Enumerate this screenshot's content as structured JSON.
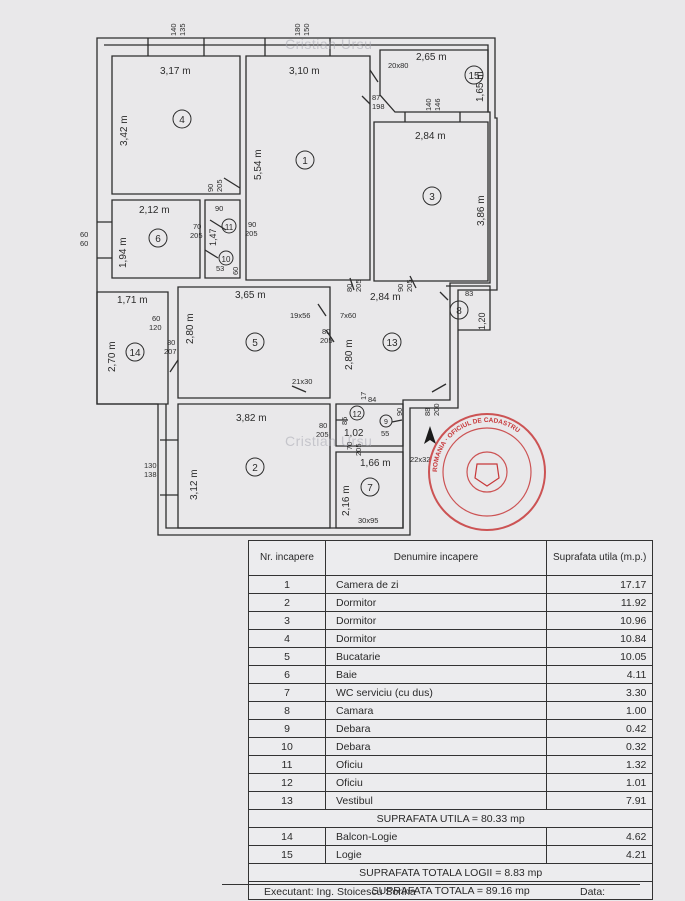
{
  "watermark": "Cristian Ursu",
  "rooms": [
    {
      "num": "1",
      "name": "Camera de zi",
      "area": "17.17"
    },
    {
      "num": "2",
      "name": "Dormitor",
      "area": "11.92"
    },
    {
      "num": "3",
      "name": "Dormitor",
      "area": "10.96"
    },
    {
      "num": "4",
      "name": "Dormitor",
      "area": "10.84"
    },
    {
      "num": "5",
      "name": "Bucatarie",
      "area": "10.05"
    },
    {
      "num": "6",
      "name": "Baie",
      "area": "4.11"
    },
    {
      "num": "7",
      "name": "WC serviciu (cu dus)",
      "area": "3.30"
    },
    {
      "num": "8",
      "name": "Camara",
      "area": "1.00"
    },
    {
      "num": "9",
      "name": "Debara",
      "area": "0.42"
    },
    {
      "num": "10",
      "name": "Debara",
      "area": "0.32"
    },
    {
      "num": "11",
      "name": "Oficiu",
      "area": "1.32"
    },
    {
      "num": "12",
      "name": "Oficiu",
      "area": "1.01"
    },
    {
      "num": "13",
      "name": "Vestibul",
      "area": "7.91"
    }
  ],
  "balconies": [
    {
      "num": "14",
      "name": "Balcon-Logie",
      "area": "4.62"
    },
    {
      "num": "15",
      "name": "Logie",
      "area": "4.21"
    }
  ],
  "table": {
    "head_num": "Nr. incapere",
    "head_name": "Denumire incapere",
    "head_area": "Suprafata utila (m.p.)",
    "sum_util": "SUPRAFATA UTILA = 80.33 mp",
    "sum_logii": "SUPRAFATA TOTALA LOGII = 8.83 mp",
    "sum_total": "SUPRAFATA TOTALA = 89.16 mp",
    "executant": "Executant: Ing. Stoicescu Sorina",
    "data_label": "Data:"
  },
  "plan": {
    "dims": {
      "d4w": "3,17 m",
      "d4h": "3,42 m",
      "d1w": "3,10 m",
      "d1h": "5,54 m",
      "d15w": "2,65 m",
      "d15h": "1,65 m",
      "d3w": "2,84 m",
      "d3h": "3,86 m",
      "d6w": "2,12 m",
      "d6h": "1,94 m",
      "d11h": "1,47",
      "d14w": "1,71 m",
      "d14h": "2,70 m",
      "d5w": "3,65 m",
      "d5h": "2,80 m",
      "d13w": "2,84 m",
      "d13h": "2,80 m",
      "d8h": "1,20",
      "d2w": "3,82 m",
      "d2h": "3,12 m",
      "d12w": "1,02",
      "d7w": "1,66 m",
      "d7h": "2,16 m"
    },
    "openings": {
      "w4a": "140",
      "w4b": "135",
      "w1a": "180",
      "w1b": "150",
      "o2080": "20x80",
      "o87a": "87",
      "o87b": "198",
      "w15a": "140",
      "w15b": "146",
      "o90a": "90",
      "o90b": "205",
      "o90c": "90",
      "o70a": "70",
      "o70b": "205",
      "o90d": "90",
      "o90e": "205",
      "w6a": "60",
      "w6b": "60",
      "o53": "53",
      "o60": "60",
      "o80a": "80",
      "o80b": "205",
      "o90f": "90",
      "o90g": "205",
      "o83": "83",
      "o1956": "19x56",
      "o760": "7x60",
      "o60b": "60",
      "o120": "120",
      "o80c": "80",
      "o207": "207",
      "o80d": "80",
      "o205d": "205",
      "o2130": "21x30",
      "o80e": "80",
      "o205e": "205",
      "o85": "85",
      "o17": "17",
      "o84": "84",
      "o90h": "90",
      "o55": "55",
      "o70c": "70",
      "o205f": "205",
      "o88": "88",
      "o200": "200",
      "w2a": "130",
      "w2b": "138",
      "o2232": "22x32",
      "o3095": "30x95",
      "o90i": "90",
      "o205g": "205"
    },
    "stamp": "ROMANIA · OFICIUL DE CADASTRU"
  }
}
